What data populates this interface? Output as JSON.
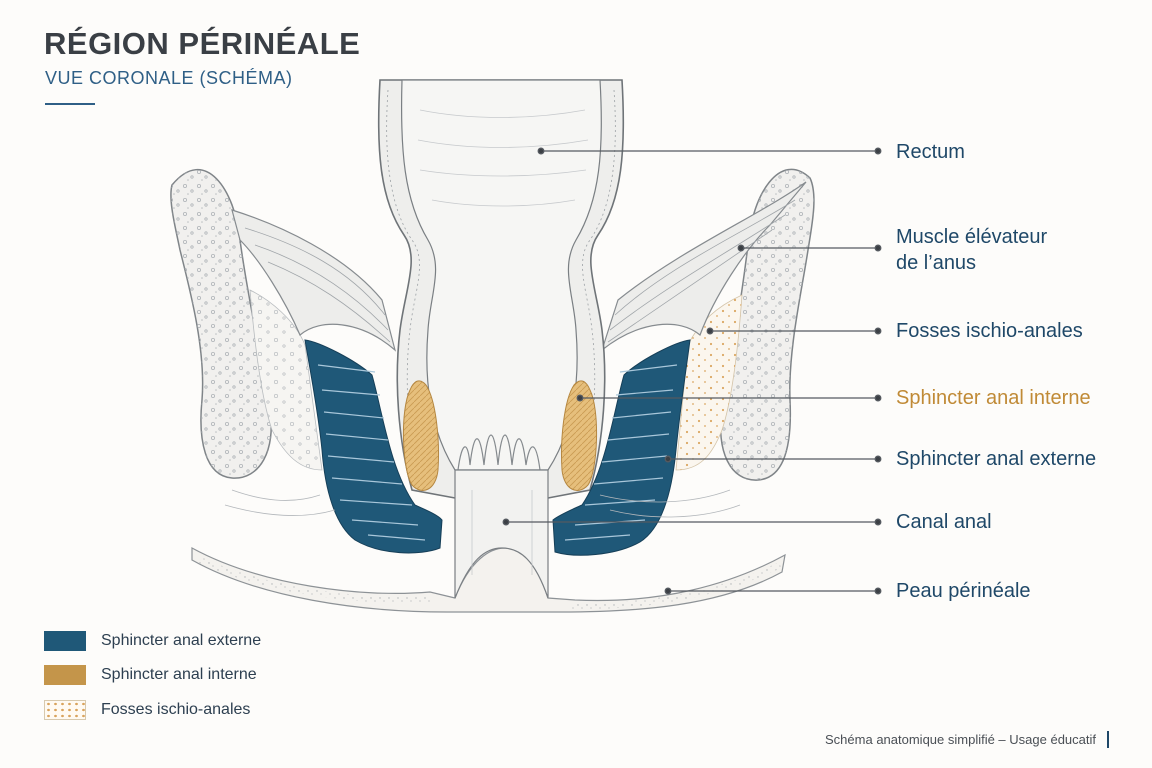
{
  "header": {
    "title": "RÉGION PÉRINÉALE",
    "subtitle": "VUE CORONALE (SCHÉMA)"
  },
  "labels": {
    "rectum": "Rectum",
    "levator_line1": "Muscle élévateur",
    "levator_line2": "de l’anus",
    "ischio_fossae": "Fosses ischio-anales",
    "internal_sphincter": "Sphincter anal interne",
    "external_sphincter": "Sphincter anal externe",
    "anal_canal": "Canal anal",
    "perineal_skin": "Peau périnéale"
  },
  "legend": {
    "external_sphincter": "Sphincter anal externe",
    "internal_sphincter": "Sphincter anal interne",
    "ischio_fossae": "Fosses ischio-anales"
  },
  "footer": "Schéma anatomique simplifié – Usage éducatif",
  "colors": {
    "external_sphincter": "#1f5878",
    "internal_sphincter": "#c4954a",
    "ischio_fossae_dots": "#d9a35c",
    "label_text": "#1f4868",
    "amber_label": "#c08a36",
    "leader_line": "#555a60"
  }
}
